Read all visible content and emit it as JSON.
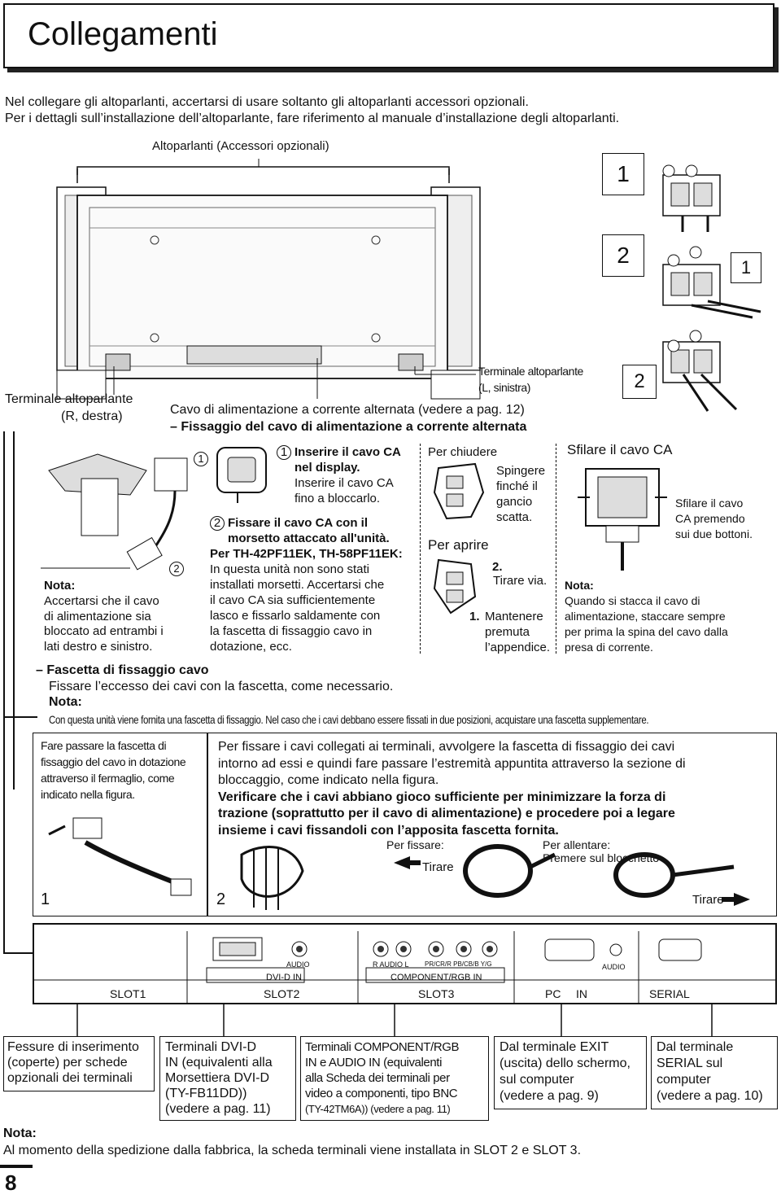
{
  "page": {
    "title": "Collegamenti",
    "intro_line1": "Nel collegare gli altoparlanti, accertarsi di usare soltanto gli altoparlanti accessori opzionali.",
    "intro_line2": "Per i dettagli sull’installazione dell’altoparlante, fare riferimento al manuale d’installazione degli altoparlanti.",
    "page_number": "8"
  },
  "diagram_top": {
    "speakers_label": "Altoparlanti (Accessori opzionali)",
    "terminal_left_1": "Terminale altoparlante",
    "terminal_left_2": "(L, sinistra)",
    "terminal_right_1": "Terminale altoparlante",
    "terminal_right_2": "(R, destra)",
    "ac_cable": "Cavo di alimentazione a corrente alternata (vedere a pag. 12)",
    "ac_clamp": "– Fissaggio del cavo di alimentazione a corrente alternata",
    "step1": "1",
    "step2": "2",
    "step2b": "2",
    "sub1": "1"
  },
  "clamp_section": {
    "nota_label": "Nota:",
    "nota_text_1": "Accertarsi che il cavo",
    "nota_text_2": "di alimentazione sia",
    "nota_text_3": "bloccato ad entrambi i",
    "nota_text_4": "lati destro e sinistro.",
    "c1": "1",
    "c2": "2",
    "i1_num": "1",
    "i1_title_1": "Inserire il cavo CA",
    "i1_title_2": "nel display.",
    "i1_text_1": "Inserire il cavo CA",
    "i1_text_2": "fino a bloccarlo.",
    "i2_num": "2",
    "i2_title_1": "Fissare il cavo CA con il",
    "i2_title_2": "morsetto attaccato all'unità.",
    "models": "Per TH-42PF11EK, TH-58PF11EK:",
    "m_text_1": "In questa unità non sono stati",
    "m_text_2": "installati morsetti. Accertarsi che",
    "m_text_3": "il cavo CA sia sufficientemente",
    "m_text_4": "lasco e fissarlo saldamente con",
    "m_text_5": "la fascetta di fissaggio cavo in",
    "m_text_6": "dotazione, ecc."
  },
  "lock": {
    "close_title": "Per chiudere",
    "close_text_1": "Spingere",
    "close_text_2": "finché il",
    "close_text_3": "gancio",
    "close_text_4": "scatta.",
    "open_title": "Per aprire",
    "open_2": "2.",
    "open_2_text": "Tirare via.",
    "open_1": "1.",
    "open_1_text_1": "Mantenere",
    "open_1_text_2": "premuta",
    "open_1_text_3": "l’appendice."
  },
  "remove": {
    "title": "Sfilare il cavo CA",
    "text_1": "Sfilare il cavo",
    "text_2": "CA premendo",
    "text_3": "sui due bottoni.",
    "nota_label": "Nota:",
    "nota_1": "Quando si stacca il cavo di",
    "nota_2": "alimentazione, staccare sempre",
    "nota_3": "per prima la spina del cavo dalla",
    "nota_4": "presa di corrente."
  },
  "band": {
    "title": "– Fascetta di fissaggio cavo",
    "text": "Fissare l’eccesso dei cavi con la fascetta, come necessario.",
    "nota_label": "Nota:",
    "nota_text": "Con questa unità viene fornita una fascetta di fissaggio. Nel caso che i cavi debbano essere fissati in due posizioni, acquistare una fascetta supplementare.",
    "left_1": "Fare passare la fascetta di",
    "left_2": "fissaggio del cavo in dotazione",
    "left_3": "attraverso il fermaglio, come",
    "left_4": "indicato nella figura.",
    "num1": "1",
    "num2": "2",
    "right_1": "Per fissare i cavi collegati ai terminali, avvolgere la fascetta di fissaggio dei cavi",
    "right_2": "intorno ad essi e quindi fare passare l’estremità appuntita attraverso la sezione di",
    "right_3": "bloccaggio, come indicato nella figura.",
    "bold_1": "Verificare che i cavi abbiano gioco sufficiente per minimizzare la forza di",
    "bold_2": "trazione (soprattutto per il cavo di alimentazione) e procedere poi a legare",
    "bold_3": "insieme i cavi fissandoli con l’apposita fascetta fornita.",
    "fix_label": "Per fissare:",
    "loosen_label": "Per allentare:",
    "press_label": "Premere sul blocchetto",
    "pull_1": "Tirare",
    "pull_2": "Tirare"
  },
  "panel": {
    "audio1": "AUDIO",
    "dvi": "DVI-D IN",
    "r_audio_l": "R  AUDIO  L",
    "comp_labels": "PR/CR/R   PB/CB/B    Y/G",
    "component": "COMPONENT/RGB IN",
    "audio2": "AUDIO",
    "slot1": "SLOT1",
    "slot2": "SLOT2",
    "slot3": "SLOT3",
    "pc": "PC",
    "in": "IN",
    "serial": "SERIAL"
  },
  "callouts": {
    "c1": [
      "Fessure di inserimento",
      "(coperte) per schede",
      "opzionali dei terminali"
    ],
    "c2": [
      "Terminali DVI-D",
      "IN (equivalenti alla",
      "Morsettiera DVI-D",
      "(TY-FB11DD))",
      "(vedere a pag. 11)"
    ],
    "c3": [
      "Terminali COMPONENT/RGB",
      "IN e AUDIO IN (equivalenti",
      "alla Scheda dei terminali per",
      "video a componenti, tipo BNC",
      "(TY-42TM6A)) (vedere a pag. 11)"
    ],
    "c4": [
      "Dal terminale EXIT",
      "(uscita) dello schermo,",
      "sul computer",
      "(vedere a pag. 9)"
    ],
    "c5": [
      "Dal terminale",
      "SERIAL sul",
      "computer",
      "(vedere a pag. 10)"
    ]
  },
  "footer": {
    "nota_label": "Nota:",
    "nota_text": "Al momento della spedizione dalla fabbrica, la scheda terminali viene installata in SLOT 2 e SLOT 3."
  }
}
